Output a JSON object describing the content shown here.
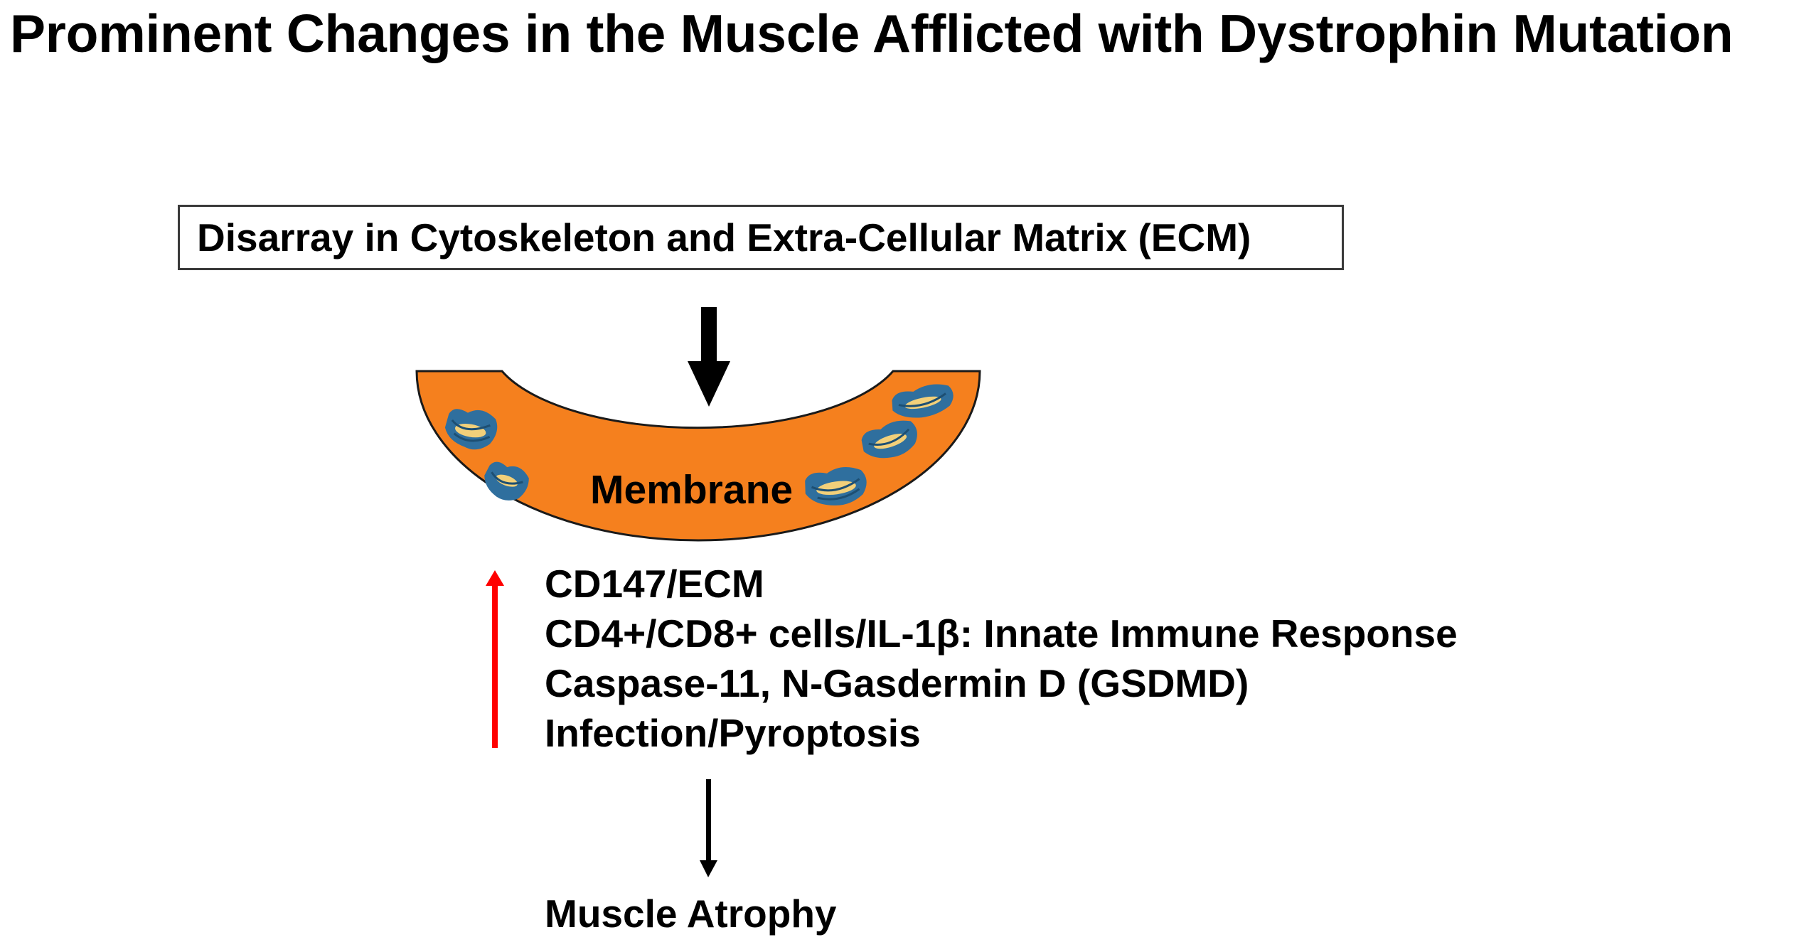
{
  "title": "Prominent Changes in the Muscle Afflicted with Dystrophin Mutation",
  "cause_box": "Disarray in Cytoskeleton and Extra-Cellular Matrix (ECM)",
  "membrane_label": "Membrane",
  "factors": [
    "CD147/ECM",
    "CD4+/CD8+ cells/IL-1β: Innate Immune Response",
    "Caspase-11, N-Gasdermin D (GSDMD)",
    "Infection/Pyroptosis"
  ],
  "outcome": "Muscle Atrophy",
  "colors": {
    "membrane_fill": "#f5801e",
    "membrane_stroke": "#1a1a1a",
    "protein_blue": "#2f6f9e",
    "protein_yellow": "#f2d07a",
    "up_arrow": "#ff0000",
    "down_arrow": "#000000"
  }
}
